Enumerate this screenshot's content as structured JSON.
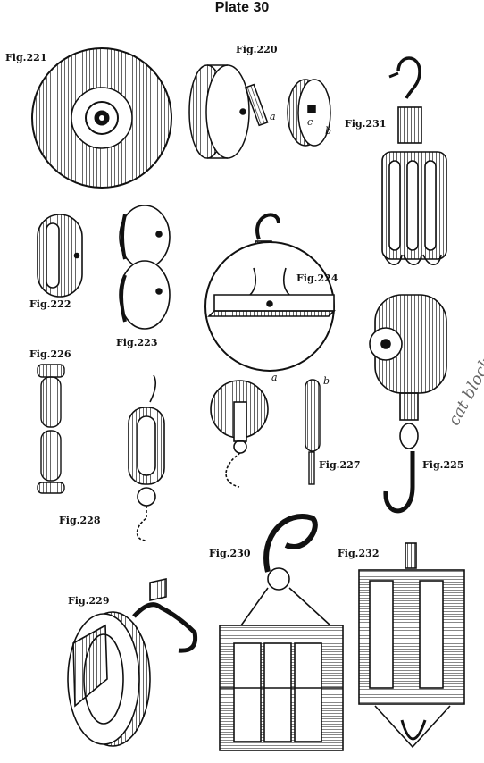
{
  "plate": {
    "title": "Plate 30"
  },
  "figures": {
    "f220": "Fig.220",
    "f221": "Fig.221",
    "f222": "Fig.222",
    "f223": "Fig.223",
    "f224": "Fig.224",
    "f225": "Fig.225",
    "f226": "Fig.226",
    "f227": "Fig.227",
    "f228": "Fig.228",
    "f229": "Fig.229",
    "f230": "Fig.230",
    "f231": "Fig.231",
    "f232": "Fig.232"
  },
  "part_letters": {
    "a": "a",
    "b": "b",
    "c": "c"
  },
  "handwritten_note": "cat block",
  "colors": {
    "ink": "#111111",
    "paper": "#ffffff",
    "pencil": "#777777"
  }
}
